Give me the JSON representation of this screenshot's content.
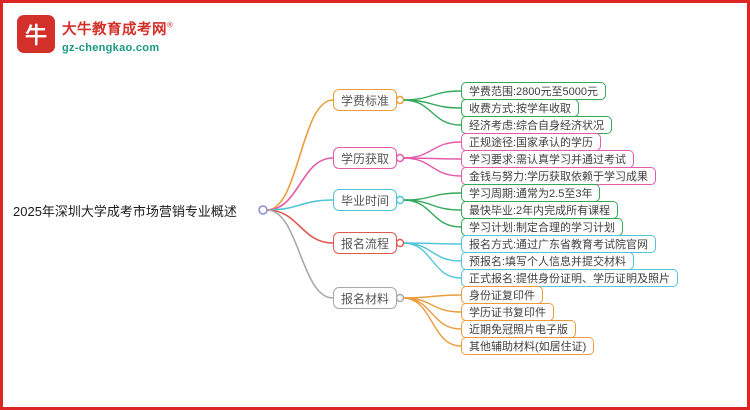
{
  "page": {
    "frame_color": "#dc2626",
    "background": "#ffffff"
  },
  "logo": {
    "icon_text": "牛",
    "title": "大牛教育成考网",
    "reg_mark": "®",
    "url": "gz-chengkao.com",
    "brand_color": "#d3302a",
    "url_color": "#18987f"
  },
  "mindmap": {
    "root": {
      "label": "2025年深圳大学成考市场营销专业概述",
      "handle_color": "#8b8bd8"
    },
    "branches": [
      {
        "label": "学费标准",
        "color": "#eb9d3e",
        "children_color": "#35a85c",
        "children": [
          {
            "label": "学费范围:2800元至5000元"
          },
          {
            "label": "收费方式:按学年收取"
          },
          {
            "label": "经济考虑:综合自身经济状况"
          }
        ]
      },
      {
        "label": "学历获取",
        "color": "#e45cab",
        "children_color": "#e45cab",
        "children": [
          {
            "label": "正规途径:国家承认的学历"
          },
          {
            "label": "学习要求:需认真学习并通过考试"
          },
          {
            "label": "金钱与努力:学历获取依赖于学习成果"
          }
        ]
      },
      {
        "label": "毕业时间",
        "color": "#52c5d8",
        "children_color": "#35a85c",
        "children": [
          {
            "label": "学习周期:通常为2.5至3年"
          },
          {
            "label": "最快毕业:2年内完成所有课程"
          },
          {
            "label": "学习计划:制定合理的学习计划"
          }
        ]
      },
      {
        "label": "报名流程",
        "color": "#e05a52",
        "children_color": "#52c5d8",
        "children": [
          {
            "label": "报名方式:通过广东省教育考试院官网"
          },
          {
            "label": "预报名:填写个人信息并提交材料"
          },
          {
            "label": "正式报名:提供身份证明、学历证明及照片"
          }
        ]
      },
      {
        "label": "报名材料",
        "color": "#a8a8a8",
        "children_color": "#eb9d3e",
        "children": [
          {
            "label": "身份证复印件"
          },
          {
            "label": "学历证书复印件"
          },
          {
            "label": "近期免冠照片电子版"
          },
          {
            "label": "其他辅助材料(如居住证)"
          }
        ]
      }
    ]
  }
}
